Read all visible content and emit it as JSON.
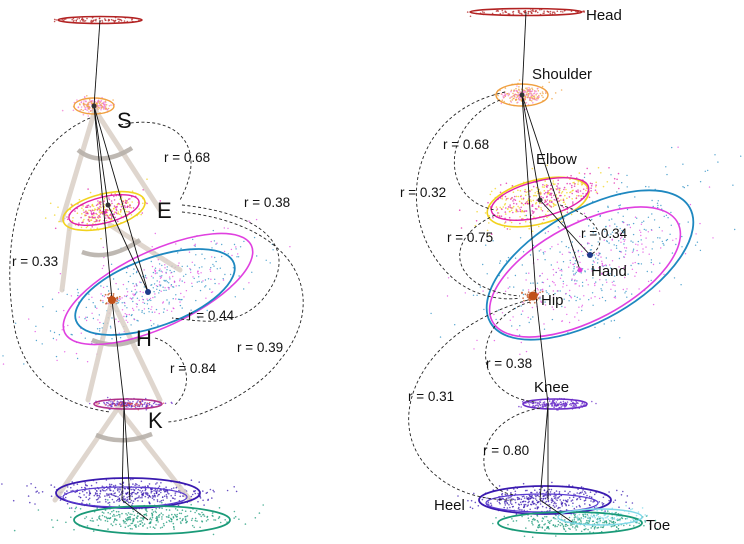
{
  "left_panel": {
    "joint_labels": {
      "shoulder": "S",
      "elbow": "E",
      "hip": "H",
      "knee": "K"
    },
    "correlations": {
      "s_e": "r = 0.68",
      "e_k": "r = 0.38",
      "s_k": "r = 0.33",
      "e_h": "r = 0.44",
      "e_k_outer": "r = 0.39",
      "h_k": "r = 0.84"
    }
  },
  "right_panel": {
    "joint_labels": {
      "head": "Head",
      "shoulder": "Shoulder",
      "elbow": "Elbow",
      "hand": "Hand",
      "hip": "Hip",
      "knee": "Knee",
      "heel": "Heel",
      "toe": "Toe"
    },
    "correlations": {
      "shoulder_hip": "r = 0.68",
      "shoulder_knee": "r = 0.32",
      "elbow_hip": "r = 0.75",
      "elbow_hand": "r = 0.34",
      "hip_knee": "r = 0.38",
      "hip_heel": "r = 0.31",
      "knee_heel": "r = 0.80"
    }
  },
  "colors": {
    "head": "#b22222",
    "shoulder": "#f0a040",
    "shoulder_pink": "#f07ad0",
    "elbow_yellow": "#f2d21e",
    "elbow_magenta": "#e020a8",
    "hip_magenta": "#e040e0",
    "hip_blue": "#1e88c0",
    "hip_core": "#c0501a",
    "knee": "#6a2cc8",
    "heel": "#3a1ab0",
    "toe": "#1a9a78",
    "toe_light": "#7fd8e8",
    "cone": "#d9cfc5"
  }
}
